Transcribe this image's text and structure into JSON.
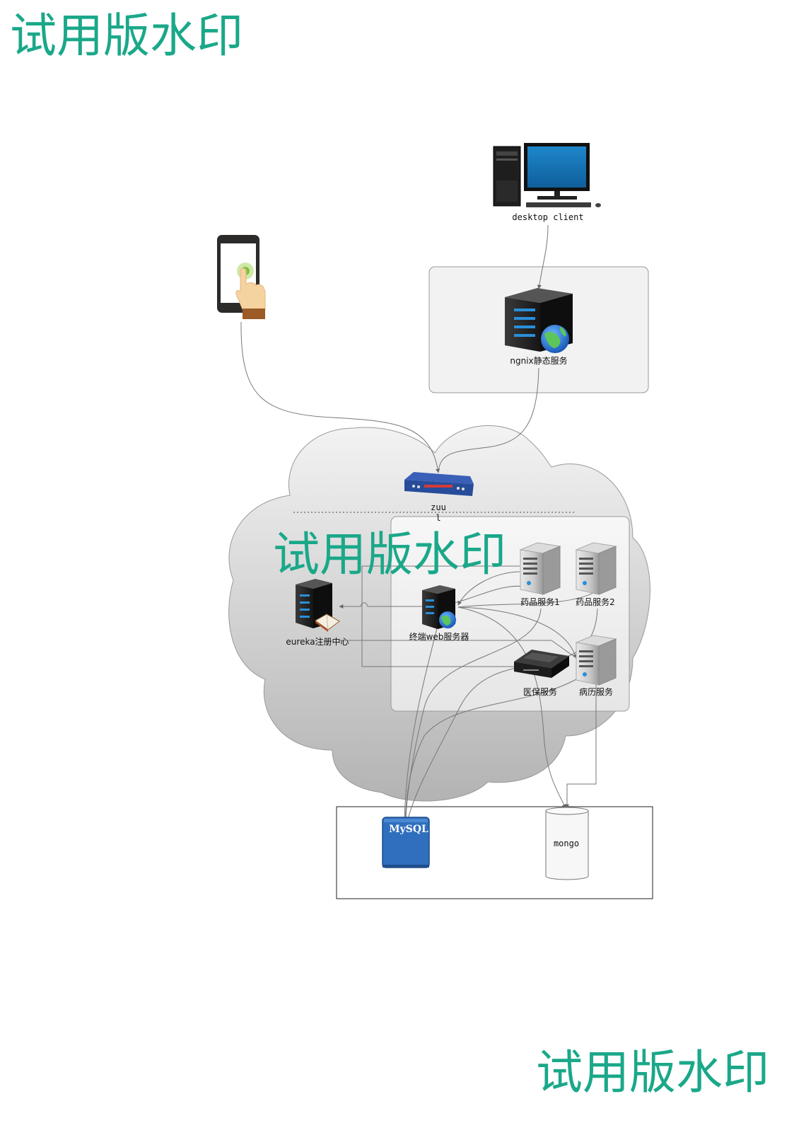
{
  "watermark": {
    "text": "试用版水印",
    "color": "#1aa889"
  },
  "nodes": {
    "desktop_client": "desktop client",
    "ngnix": "ngnix静态服务",
    "zuul_line1": "zuu",
    "zuul_line2": "l",
    "eureka": "eureka注册中心",
    "web_server": "终端web服务器",
    "drug1": "药品服务1",
    "drug2": "药品服务2",
    "insurance": "医保服务",
    "records": "病历服务",
    "mysql": "MySQL",
    "mongo": "mongo"
  },
  "icons": {
    "desktop": "desktop-computer-icon",
    "phone": "smartphone-touch-icon",
    "router": "gateway-router-icon",
    "server": "rack-server-icon",
    "tower": "tower-server-icon",
    "database": "database-cylinder-icon"
  },
  "colors": {
    "cloud_fill_top": "#f4f4f4",
    "cloud_fill_bottom": "#b5b5b5",
    "panel_fill": "#f0f0f0",
    "mysql_blue": "#2f6fbd",
    "router_blue": "#274d9a",
    "globe_blue": "#1f6fd0",
    "globe_green": "#5cc65a"
  }
}
